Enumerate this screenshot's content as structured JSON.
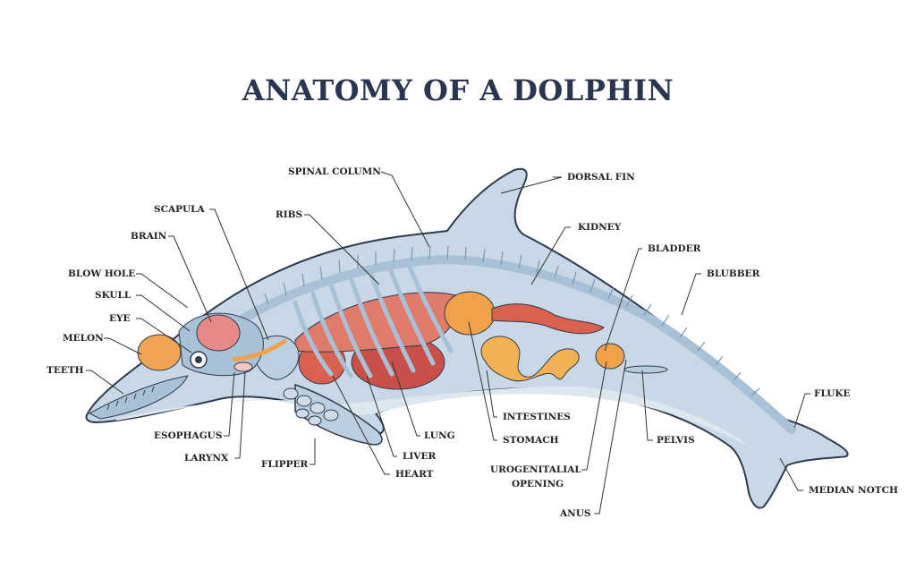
{
  "title": "ANATOMY OF A DOLPHIN",
  "colors": {
    "title": "#2b3550",
    "body": "#c9d8e6",
    "outline": "#2f3b4c",
    "bone": "#a9c1d6",
    "organ_red": "#d9614f",
    "organ_orange": "#f0a14a",
    "brain": "#e58a86",
    "melon": "#f0a552"
  },
  "labels": {
    "spinal_column": "SPINAL COLUMN",
    "dorsal_fin": "DORSAL FIN",
    "scapula": "SCAPULA",
    "ribs": "RIBS",
    "kidney": "KIDNEY",
    "brain": "BRAIN",
    "bladder": "BLADDER",
    "blubber": "BLUBBER",
    "blow_hole": "BLOW HOLE",
    "skull": "SKULL",
    "eye": "EYE",
    "melon": "MELON",
    "teeth": "TEETH",
    "fluke": "FLUKE",
    "intestines": "INTESTINES",
    "esophagus": "ESOPHAGUS",
    "lung": "LUNG",
    "stomach": "STOMACH",
    "pelvis": "PELVIS",
    "larynx": "LARYNX",
    "liver": "LIVER",
    "flipper": "FLIPPER",
    "urogenital_line1": "UROGENITALIAL",
    "urogenital_line2": "OPENING",
    "heart": "HEART",
    "median_notch": "MEDIAN NOTCH",
    "anus": "ANUS"
  }
}
